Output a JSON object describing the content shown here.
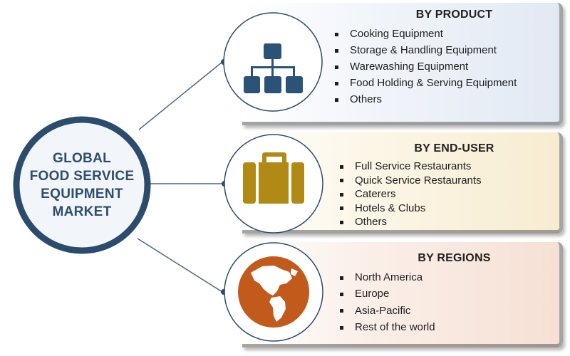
{
  "hub": {
    "lines": [
      "GLOBAL",
      "FOOD SERVICE",
      "EQUIPMENT",
      "MARKET"
    ]
  },
  "segments": [
    {
      "title": "BY PRODUCT",
      "icon": "hierarchy-icon",
      "items": [
        "Cooking Equipment",
        "Storage & Handling Equipment",
        "Warewashing Equipment",
        "Food Holding & Serving Equipment",
        "Others"
      ]
    },
    {
      "title": "BY END-USER",
      "icon": "briefcase-icon",
      "items": [
        "Full Service Restaurants",
        "Quick Service Restaurants",
        "Caterers",
        "Hotels & Clubs",
        "Others"
      ]
    },
    {
      "title": "BY REGIONS",
      "icon": "globe-icon",
      "items": [
        "North America",
        "Europe",
        "Asia-Pacific",
        "Rest of the world"
      ]
    }
  ],
  "colors": {
    "hub_border": "#2b4c6c",
    "hub_fill": "#f2f5fa",
    "hub_text": "#2d4e6e",
    "connector": "#4d6784",
    "product_icon": "#2b5378",
    "enduser_icon": "#b08a14",
    "regions_icon": "#c25a1c"
  }
}
